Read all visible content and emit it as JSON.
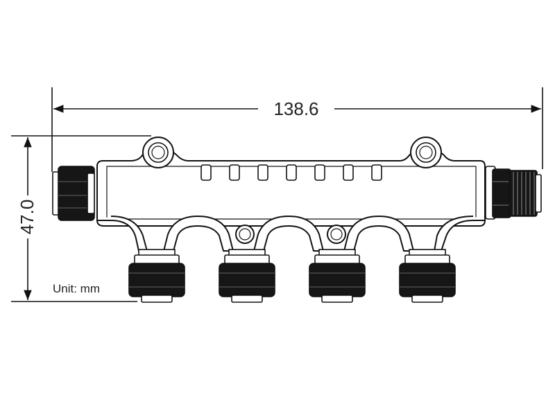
{
  "dimensions": {
    "width_label": "138.6",
    "height_label": "47.0"
  },
  "unit_label": "Unit: mm",
  "colors": {
    "line": "#111111",
    "connector_fill": "#161616",
    "background": "#ffffff"
  }
}
